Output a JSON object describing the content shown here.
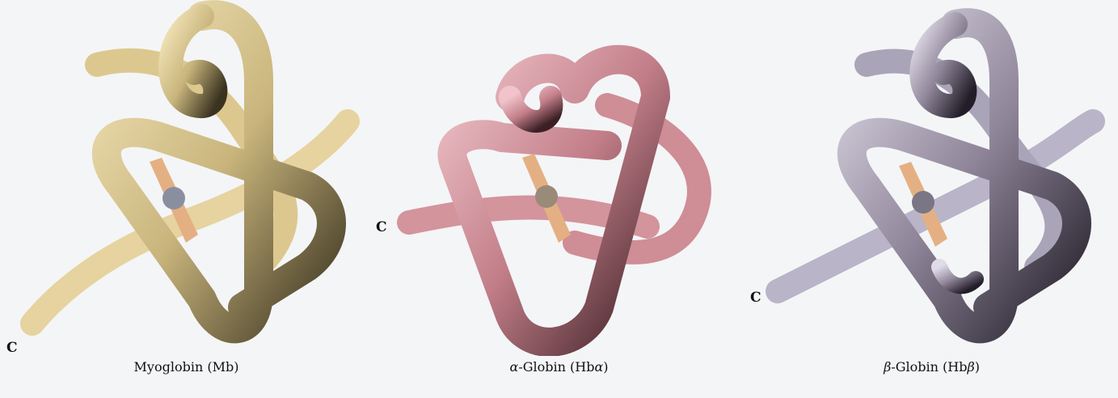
{
  "panels": [
    {
      "id": "myoglobin",
      "caption_prefix": "",
      "caption_main": "Myoglobin (Mb",
      "caption_sym": "",
      "caption_close": ")",
      "c_label": "C",
      "colors": {
        "light": "#e8d8a8",
        "mid": "#c9b57c",
        "dark": "#3a3320",
        "back": "#e6d39f"
      }
    },
    {
      "id": "alpha-globin",
      "caption_prefix": "α",
      "caption_main": "-Globin (Hb",
      "caption_sym": "α",
      "caption_close": ")",
      "c_label": "C",
      "colors": {
        "light": "#e0a9b0",
        "mid": "#c27e89",
        "dark": "#3b1f24",
        "back": "#d3949c"
      }
    },
    {
      "id": "beta-globin",
      "caption_prefix": "β",
      "caption_main": "-Globin (Hb",
      "caption_sym": "β",
      "caption_close": ")",
      "c_label": "C",
      "colors": {
        "light": "#c9c3d2",
        "mid": "#8e8598",
        "dark": "#221d28",
        "back": "#b9b4c7"
      }
    }
  ],
  "heme_color": "#e4b083"
}
